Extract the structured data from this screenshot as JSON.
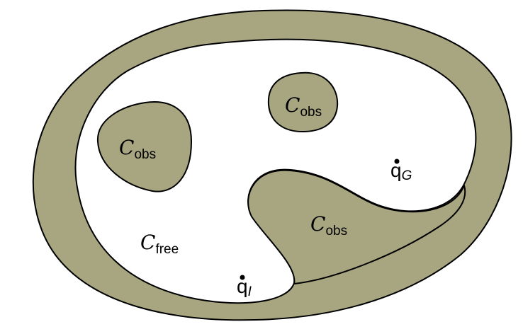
{
  "colors": {
    "obstacle": "#a8a680",
    "free": "#ffffff",
    "outline": "#000000"
  },
  "labels": {
    "obs_symbol": "C",
    "obs_subscript": "obs",
    "free_symbol": "C",
    "free_subscript": "free",
    "init_symbol": "q",
    "init_subscript": "I",
    "goal_symbol": "q",
    "goal_subscript": "G"
  }
}
